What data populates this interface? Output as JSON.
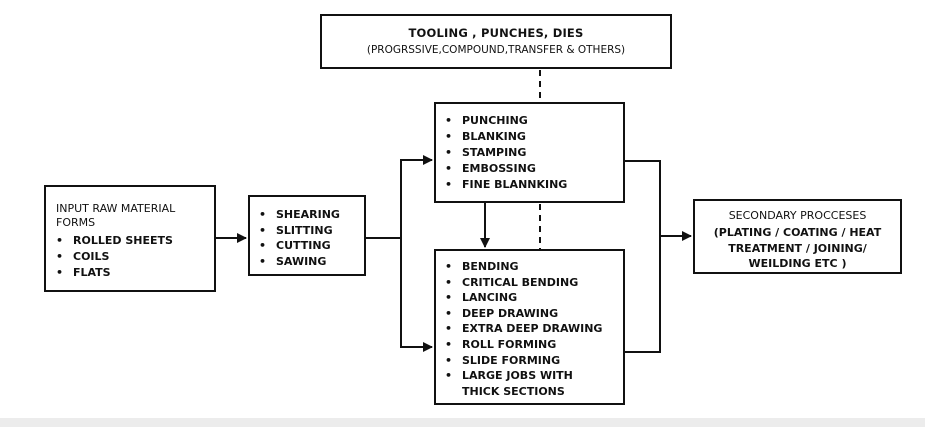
{
  "tooling": {
    "title": "TOOLING , PUNCHES, DIES",
    "subtitle": "(PROGRSSIVE,COMPOUND,TRANSFER & OTHERS)"
  },
  "input": {
    "label": "INPUT RAW MATERIAL FORMS",
    "items": [
      "ROLLED SHEETS",
      "COILS",
      "FLATS"
    ]
  },
  "cutting": {
    "items": [
      "SHEARING",
      "SLITTING",
      "CUTTING",
      "SAWING"
    ]
  },
  "punching": {
    "items": [
      "PUNCHING",
      "BLANKING",
      "STAMPING",
      "EMBOSSING",
      "FINE BLANNKING"
    ]
  },
  "bending": {
    "items": [
      "BENDING",
      "CRITICAL BENDING",
      "LANCING",
      "DEEP DRAWING",
      "EXTRA DEEP DRAWING",
      "ROLL FORMING",
      "SLIDE FORMING",
      "LARGE JOBS WITH THICK SECTIONS"
    ]
  },
  "secondary": {
    "title": "SECONDARY PROCCESES",
    "detail": "(PLATING / COATING / HEAT TREATMENT / JOINING/ WEILDING ETC )"
  }
}
